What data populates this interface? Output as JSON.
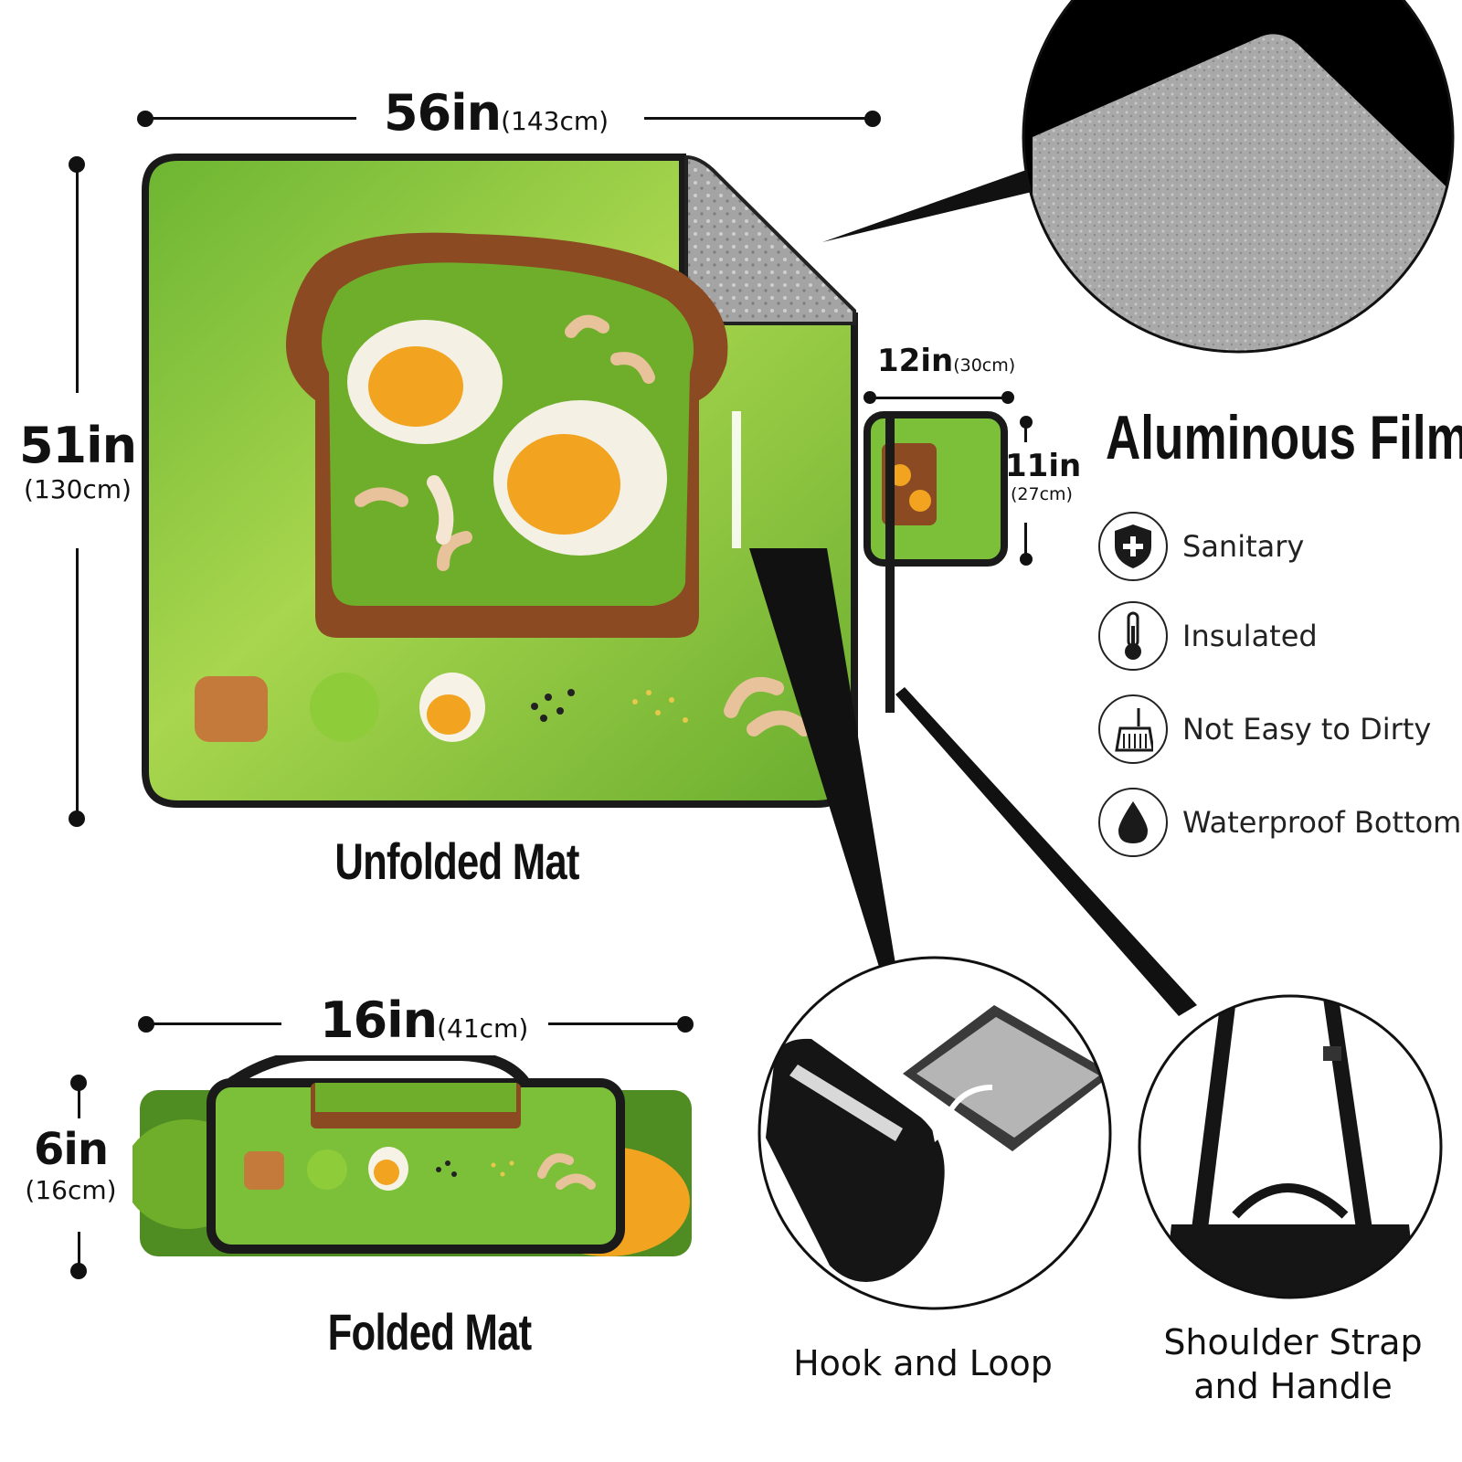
{
  "unfolded": {
    "width_in": "56in",
    "width_cm": "(143cm)",
    "height_in": "51in",
    "height_cm": "(130cm)",
    "caption": "Unfolded Mat"
  },
  "pocket": {
    "width_in": "12in",
    "width_cm": "(30cm)",
    "height_in": "11in",
    "height_cm": "(27cm)"
  },
  "folded": {
    "width_in": "16in",
    "width_cm": "(41cm)",
    "height_in": "6in",
    "height_cm": "(16cm)",
    "caption": "Folded Mat"
  },
  "features": {
    "title": "Aluminous Film",
    "items": [
      {
        "label": "Sanitary",
        "icon": "shield-plus-icon"
      },
      {
        "label": "Insulated",
        "icon": "thermometer-icon"
      },
      {
        "label": "Not Easy to Dirty",
        "icon": "broom-icon"
      },
      {
        "label": "Waterproof Bottom",
        "icon": "water-drop-icon"
      }
    ]
  },
  "details": {
    "hook_caption": "Hook and Loop",
    "strap_caption_line1": "Shoulder Strap",
    "strap_caption_line2": "and Handle"
  },
  "colors": {
    "mat_green": "#7cc03a",
    "mat_green_light": "#b6dc5a",
    "border": "#1a1a1a",
    "aluminum": "#9a9a9a"
  }
}
